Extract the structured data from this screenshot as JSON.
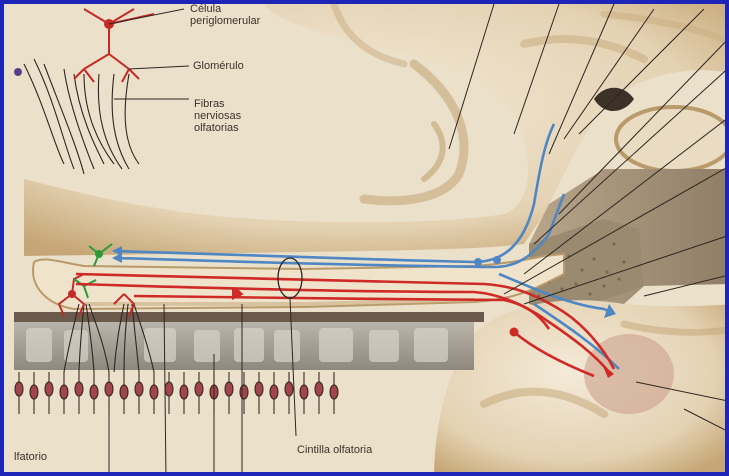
{
  "labels": {
    "periglomerular_cell": "Célula\nperiglomerular",
    "glomerulus": "Glomérulo",
    "olfactory_nerve_fibers": "Fibras\nnerviosas\nolfatorias",
    "olfactory_tract": "Cintilla olfatoria",
    "olfactory_partial": "lfatorio"
  },
  "colors": {
    "tissue": "#ece1cc",
    "tissue_shadow": "#c9ab7f",
    "bone": "#a9a399",
    "frame_border": "#1c25b8",
    "efferent_fibers": "#cf2a26",
    "afferent_fibers": "#4f86c4",
    "cells_green": "#2a9b3a"
  }
}
